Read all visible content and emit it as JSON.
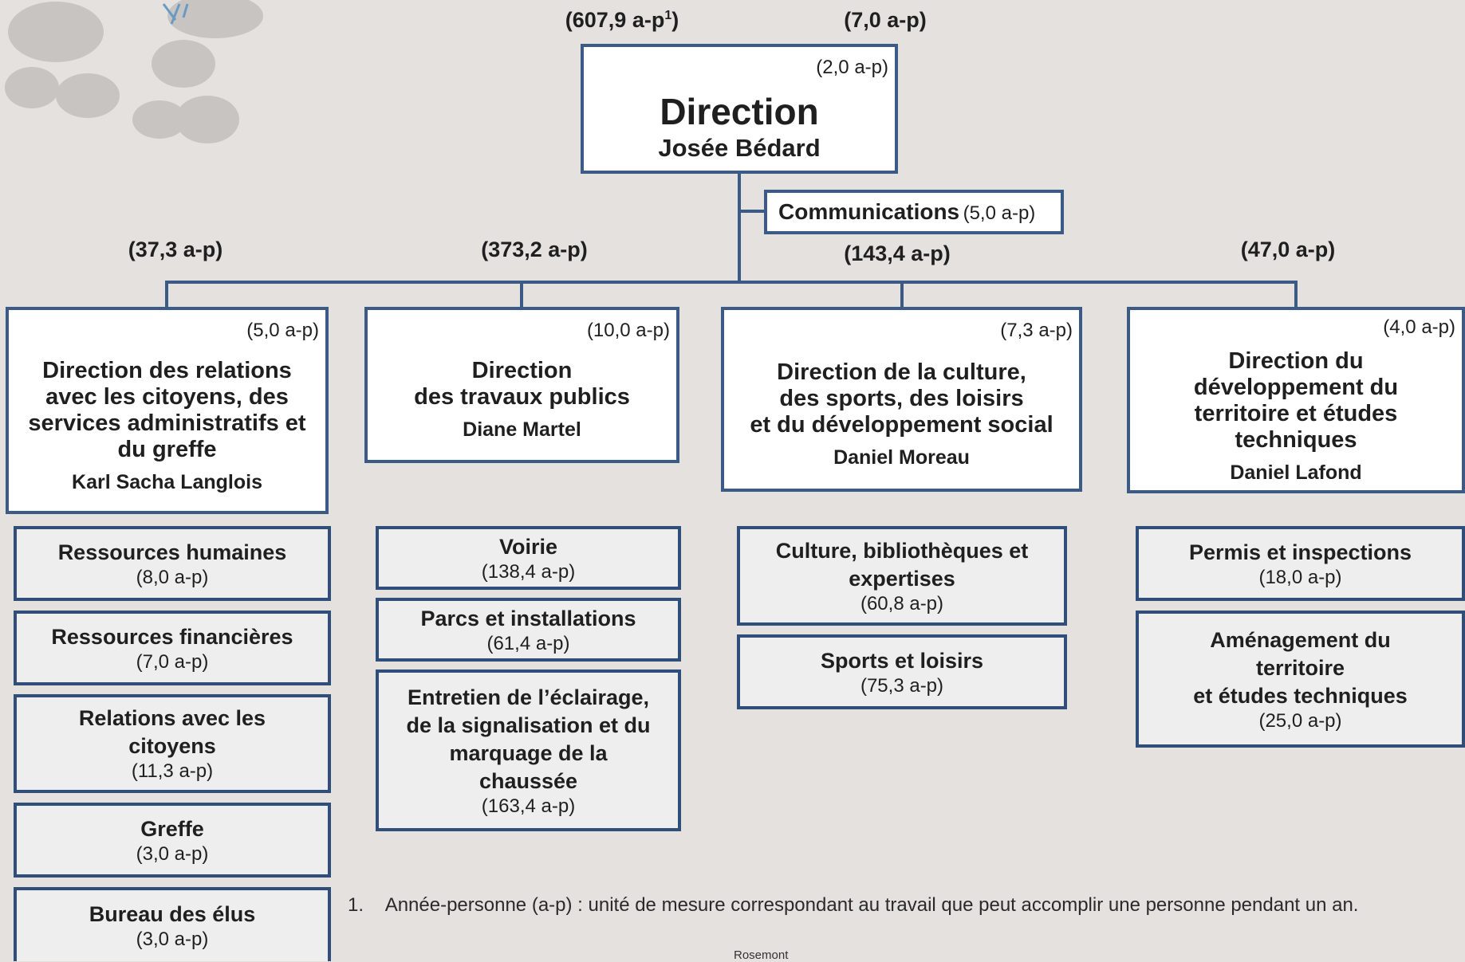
{
  "top": {
    "total_left": "(607,9 a-p",
    "total_left_sup": "1",
    "total_left_close": ")",
    "total_right": "(7,0 a-p)",
    "box_ap": "(2,0 a-p)",
    "title": "Direction",
    "name": "Josée Bédard"
  },
  "communications": {
    "label": "Communications",
    "ap": "(5,0 a-p)"
  },
  "columns": [
    {
      "total": "(37,3 a-p)",
      "box_ap": "(5,0 a-p)",
      "title_lines": [
        "Direction des relations",
        "avec les citoyens, des",
        "services administratifs et",
        "du greffe"
      ],
      "name": "Karl Sacha Langlois",
      "units": [
        {
          "title_lines": [
            "Ressources humaines"
          ],
          "ap": "(8,0 a-p)"
        },
        {
          "title_lines": [
            "Ressources financières"
          ],
          "ap": "(7,0 a-p)"
        },
        {
          "title_lines": [
            "Relations avec les",
            "citoyens"
          ],
          "ap": "(11,3 a-p)"
        },
        {
          "title_lines": [
            "Greffe"
          ],
          "ap": "(3,0 a-p)"
        },
        {
          "title_lines": [
            "Bureau des élus"
          ],
          "ap": "(3,0 a-p)"
        }
      ]
    },
    {
      "total": "(373,2 a-p)",
      "box_ap": "(10,0 a-p)",
      "title_lines": [
        "Direction",
        "des travaux publics"
      ],
      "name": "Diane Martel",
      "units": [
        {
          "title_lines": [
            "Voirie"
          ],
          "ap": "(138,4 a-p)"
        },
        {
          "title_lines": [
            "Parcs et installations"
          ],
          "ap": "(61,4 a-p)"
        },
        {
          "title_lines": [
            "Entretien de l’éclairage,",
            "de la signalisation et du",
            "marquage de la",
            "chaussée"
          ],
          "ap": "(163,4 a-p)"
        }
      ]
    },
    {
      "total": "(143,4 a-p)",
      "box_ap": "(7,3 a-p)",
      "title_lines": [
        "Direction de la culture,",
        "des sports, des loisirs",
        "et du développement social"
      ],
      "name": "Daniel Moreau",
      "units": [
        {
          "title_lines": [
            "Culture, bibliothèques et",
            "expertises"
          ],
          "ap": "(60,8 a-p)"
        },
        {
          "title_lines": [
            "Sports et loisirs"
          ],
          "ap": "(75,3 a-p)"
        }
      ]
    },
    {
      "total": "(47,0 a-p)",
      "box_ap": "(4,0 a-p)",
      "title_lines": [
        "Direction du",
        "développement du",
        "territoire et études",
        "techniques"
      ],
      "name": "Daniel Lafond",
      "units": [
        {
          "title_lines": [
            "Permis et inspections"
          ],
          "ap": "(18,0 a-p)"
        },
        {
          "title_lines": [
            "Aménagement du",
            "territoire",
            "et études techniques"
          ],
          "ap": "(25,0 a-p)"
        }
      ]
    }
  ],
  "footnote": {
    "number": "1.",
    "text": "Année-personne (a-p) : unité de mesure correspondant au travail que peut accomplir une personne pendant un an."
  },
  "logo_text": "Rosemont",
  "colors": {
    "background": "#e4e1df",
    "border": "#3b5a86",
    "unit_fill": "#efeeee",
    "box_fill": "#ffffff"
  }
}
